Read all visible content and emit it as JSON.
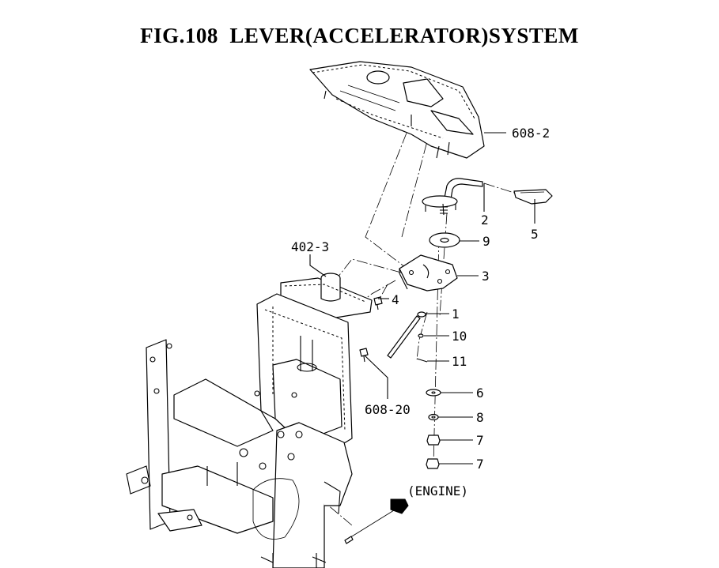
{
  "figure": {
    "title": "FIG.108  LEVER(ACCELERATOR)SYSTEM"
  },
  "callouts": {
    "c608_2": "608-2",
    "c2": "2",
    "c5": "5",
    "c9": "9",
    "c402_3": "402-3",
    "c3": "3",
    "c4": "4",
    "c1": "1",
    "c10": "10",
    "c11": "11",
    "c608_20": "608-20",
    "c6": "6",
    "c8": "8",
    "c7a": "7",
    "c7b": "7",
    "engine": "(ENGINE)"
  }
}
